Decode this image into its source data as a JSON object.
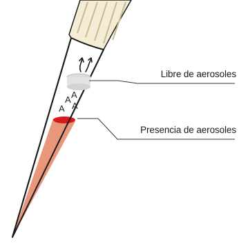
{
  "labels": {
    "aerosol_free": "Libre de aerosoles",
    "aerosol_presence": "Presencia de aerosoles"
  },
  "aerosol_letters": [
    "A",
    "A",
    "A",
    "A"
  ],
  "colors": {
    "pipette_body": "#f5ecd6",
    "pipette_stripe": "#c9b98f",
    "outline": "#1a1a1a",
    "filter": "#dcdcdc",
    "liquid": "#e8977a",
    "liquid_surface": "#d8171f",
    "callout_line": "#333333"
  },
  "icons": [
    "air-flow-arrows-icon"
  ]
}
